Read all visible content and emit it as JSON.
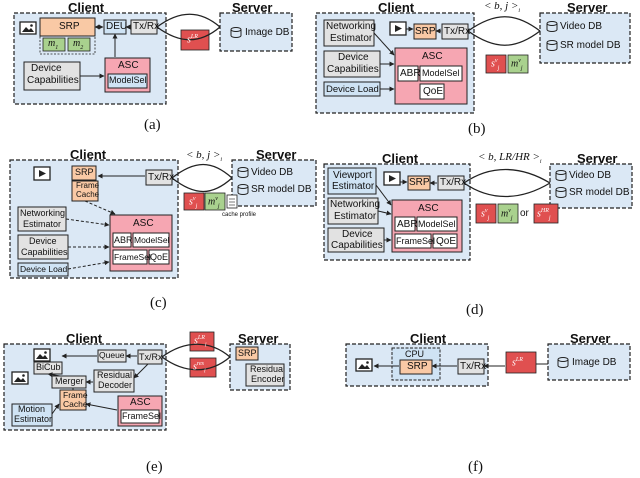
{
  "colors": {
    "client_bg": "#dbe8f5",
    "server_bg": "#dbe8f5",
    "srp_fill": "#f9c9a5",
    "asc_fill": "#f6a6b2",
    "box_fill": "#e2e2e2",
    "db_fill": "#fde3cf",
    "lr_red": "#e05050",
    "green": "#a9d18e",
    "blue_box": "#cfe3f4",
    "stroke": "#222222"
  },
  "common": {
    "client": "Client",
    "server": "Server",
    "srp": "SRP",
    "asc": "ASC",
    "txrx": "Tx/Rx",
    "abr": "ABR",
    "modelsel": "ModelSel",
    "qoe": "QoE",
    "framesel": "FrameSel",
    "device_cap_1": "Device",
    "device_cap_2": "Capabilities",
    "device_load": "Device Load",
    "net_est_1": "Networking",
    "net_est_2": "Estimator",
    "video_db": "Video DB",
    "sr_model_db": "SR model DB",
    "image_db": "Image DB",
    "frame_cache_1": "Frame",
    "frame_cache_2": "Cache",
    "or": "or"
  },
  "panels": {
    "a": {
      "caption": "(a)",
      "deu": "DEU",
      "m1": "m",
      "m1_sub": "1",
      "m2": "m",
      "m2_sub": "2",
      "s": "s",
      "s_sup": "LR"
    },
    "b": {
      "caption": "(b)",
      "tuple": "< b, j >",
      "tuple_sub": "i",
      "s": "s",
      "s_sup": "v",
      "s_sub": "j",
      "m": "m",
      "m_sup": "v",
      "m_sub": "j"
    },
    "c": {
      "caption": "(c)",
      "tuple": "< b, j >",
      "tuple_sub": "i",
      "s": "s",
      "s_sup": "v",
      "s_sub": "j",
      "m": "m",
      "m_sup": "v",
      "m_sub": "j",
      "cache_profile": "cache profile"
    },
    "d": {
      "caption": "(d)",
      "tuple": "< b, LR/HR >",
      "tuple_sub": "i",
      "viewport_1": "Viewport",
      "viewport_2": "Estimator",
      "s": "s",
      "s_sup": "v",
      "s_sub": "j",
      "m": "m",
      "m_sup": "v",
      "m_sub": "j",
      "s_hr": "s",
      "s_hr_sup": "HR",
      "s_hr_sub": "j"
    },
    "e": {
      "caption": "(e)",
      "bicub": "BiCub",
      "queue": "Queue",
      "merger": "Merger",
      "residual_decoder_1": "Residual",
      "residual_decoder_2": "Decoder",
      "residual_encoder_1": "Residual",
      "residual_encoder_2": "Encoder",
      "motion_1": "Motion",
      "motion_2": "Estimator",
      "s_lr": "s",
      "s_lr_sup": "LR",
      "s_lr_sub": "i",
      "s_res": "s",
      "s_res_sup": "res",
      "s_res_sub": "i"
    },
    "f": {
      "caption": "(f)",
      "cpu": "CPU",
      "s": "s",
      "s_sup": "LR"
    }
  }
}
